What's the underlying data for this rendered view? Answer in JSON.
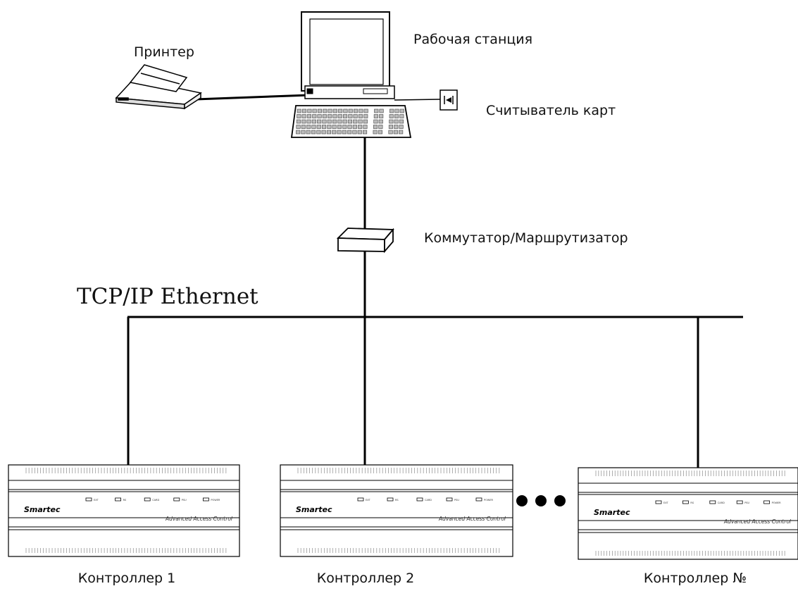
{
  "labels": {
    "printer": "Принтер",
    "workstation": "Рабочая станция",
    "card_reader": "Считыватель карт",
    "switch": "Коммутатор/Маршрутизатор",
    "network": "TCP/IP Ethernet"
  },
  "controllers": [
    {
      "label": "Контроллер 1",
      "brand": "Smartec",
      "product": "Advanced Access Control"
    },
    {
      "label": "Контроллер 2",
      "brand": "Smartec",
      "product": "Advanced Access Control"
    },
    {
      "label": "Контроллер №",
      "brand": "Smartec",
      "product": "Advanced Access Control"
    }
  ],
  "indicators": [
    "EXT",
    "RS",
    "CARD",
    "PSU",
    "POWER"
  ],
  "colors": {
    "line": "#000000",
    "background": "#ffffff"
  },
  "icons": [
    "printer-icon",
    "workstation-icon",
    "card-reader-icon",
    "switch-icon",
    "controller-icon",
    "ellipsis-icon"
  ]
}
